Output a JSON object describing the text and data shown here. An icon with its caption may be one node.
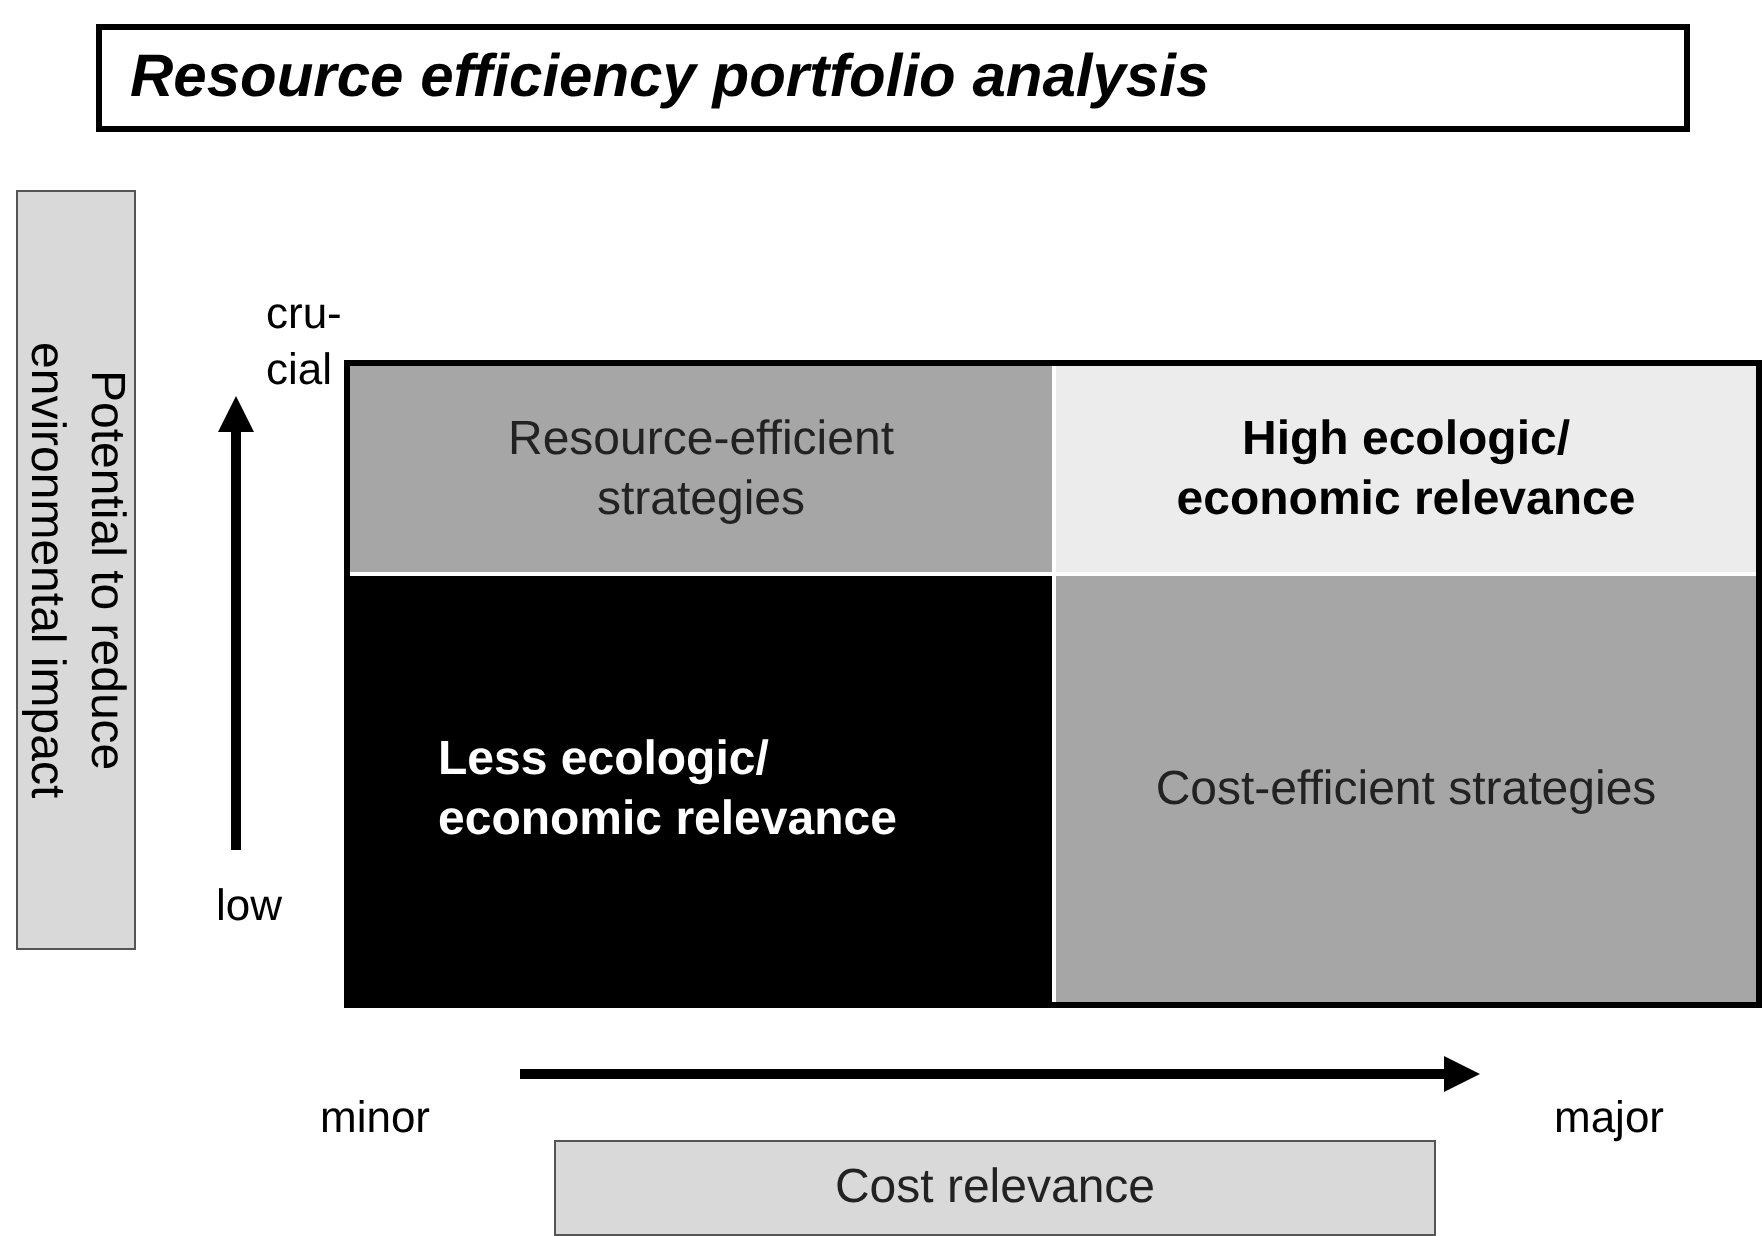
{
  "diagram": {
    "title": "Resource efficiency portfolio analysis",
    "nodes": [
      {
        "text": [
          "Resource-efficient strategies"
        ]
      },
      {
        "text": [
          "High ecologic/ economic relevance"
        ]
      },
      {
        "text": [
          "Less ecologic/ economic relevance"
        ]
      },
      {
        "text": [
          "Cost-efficient strategies"
        ]
      },
      {
        "text": [
          "Potential to reduce environmental impact"
        ]
      },
      {
        "text": [
          "Cost relevance"
        ]
      }
    ],
    "edges": [],
    "labels": [
      "cru- cial",
      "low",
      "minor",
      "major"
    ]
  }
}
